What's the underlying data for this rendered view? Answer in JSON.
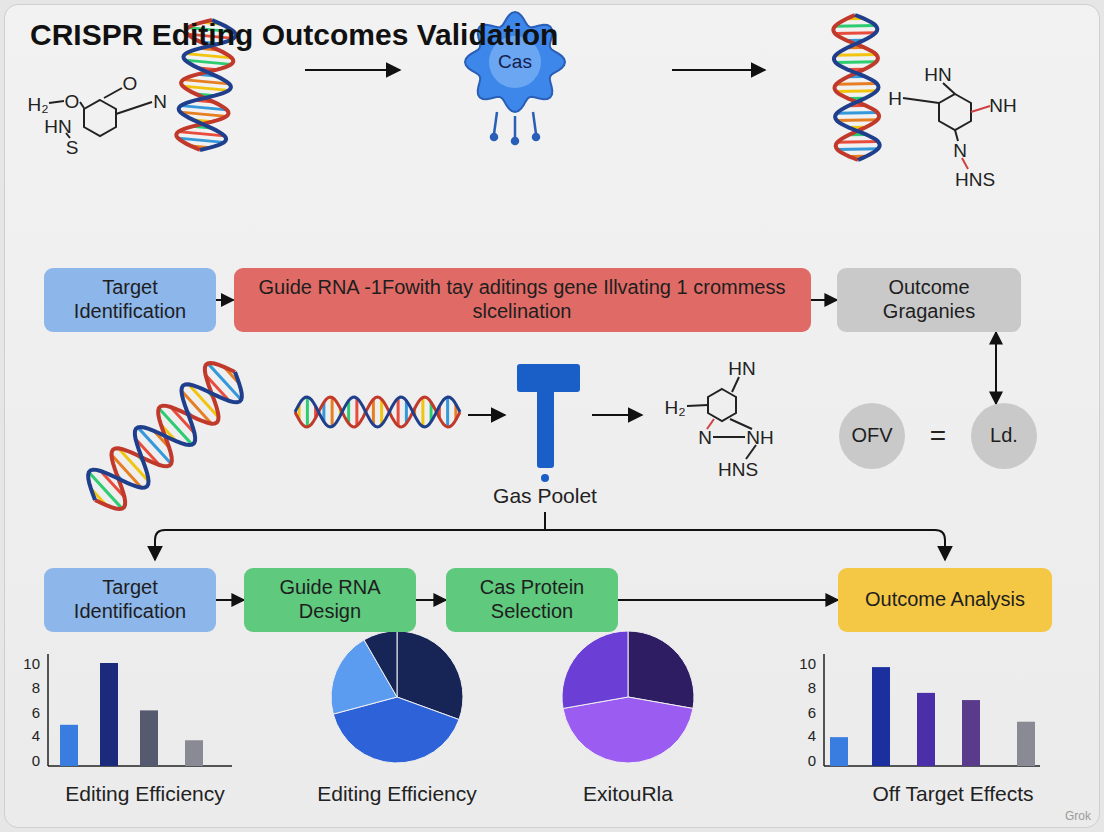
{
  "diagram": {
    "title": "CRISPR Editing Outcomes Validation",
    "nodes": [
      {
        "text": [
          "Cas"
        ]
      },
      {
        "text": [
          "Target Identification"
        ]
      },
      {
        "text": [
          "Guide RNA -1Fowith tay aditings gene Illvating 1 crommess slcelination"
        ]
      },
      {
        "text": [
          "Outcome Graganies"
        ]
      },
      {
        "text": [
          "OFV"
        ]
      },
      {
        "text": [
          "Ld."
        ]
      },
      {
        "text": [
          "Target Identification"
        ]
      },
      {
        "text": [
          "Guide RNA Design"
        ]
      },
      {
        "text": [
          "Cas Protein Selection"
        ]
      },
      {
        "text": [
          "Outcome Analysis"
        ]
      }
    ],
    "edges": [
      {
        "from": 1,
        "to": 2,
        "arrow": "to"
      },
      {
        "from": 2,
        "to": 3,
        "arrow": "to"
      },
      {
        "from": 3,
        "to": 5,
        "arrow": "both"
      },
      {
        "from": 6,
        "to": 7,
        "arrow": "to"
      },
      {
        "from": 7,
        "to": 8,
        "arrow": "to"
      },
      {
        "from": 8,
        "to": 9,
        "arrow": "to"
      }
    ],
    "labels": [
      "O",
      "H₂",
      "O",
      "N",
      "HN",
      "S",
      "HN",
      "H",
      "NH",
      "N",
      "HNS",
      "HN",
      "H₂",
      "N",
      "NH",
      "HNS",
      "Gas Poolet",
      "=",
      "10",
      "8",
      "6",
      "4",
      "0",
      "Editing Efficiency",
      "Editing Efficiency",
      "ExitouRla",
      "10",
      "8",
      "6",
      "4",
      "0",
      "Off Target Effects",
      "Grok"
    ]
  }
}
